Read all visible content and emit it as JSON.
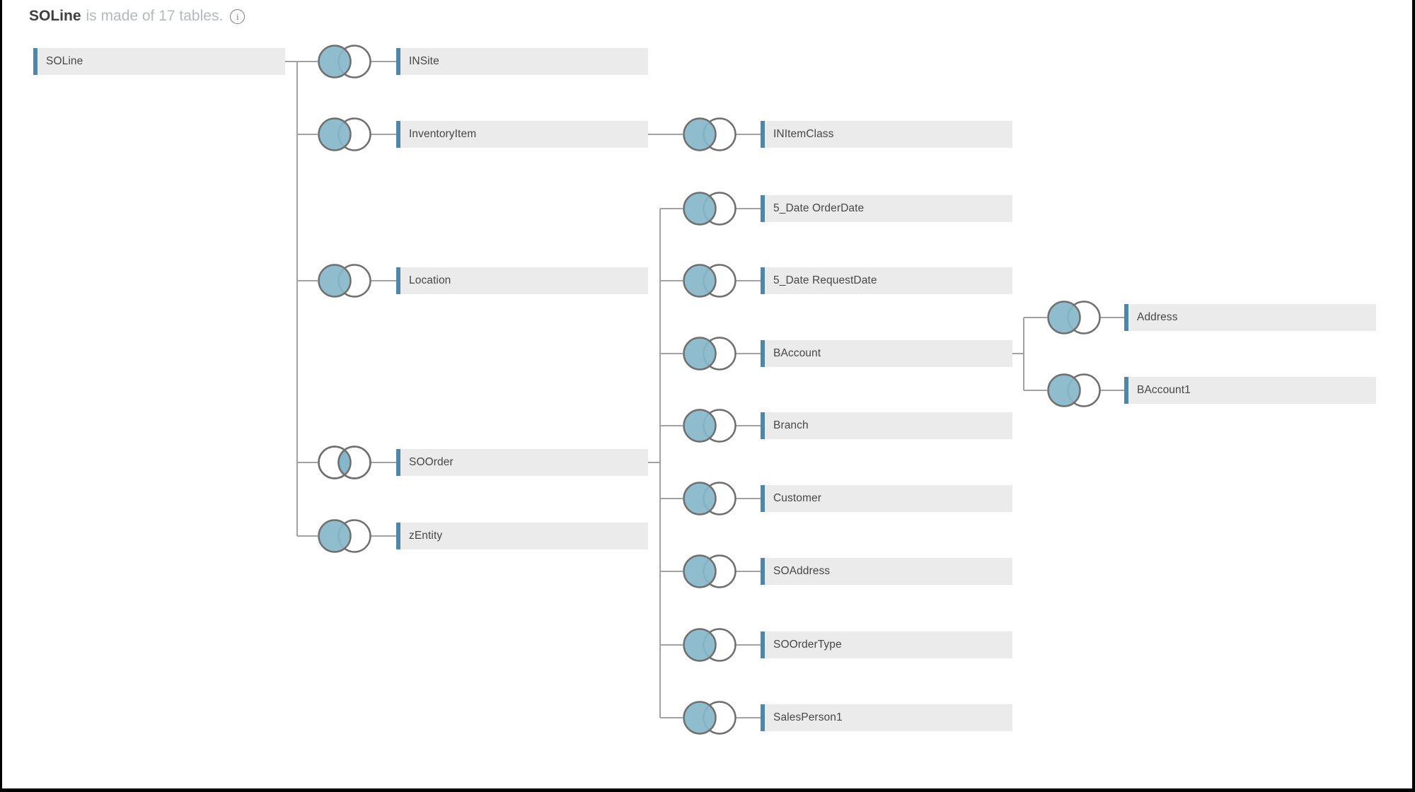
{
  "header": {
    "title": "SOLine",
    "subtitle": "is made of 17 tables.",
    "info_icon": "info-icon"
  },
  "colors": {
    "accent_bar": "#4e87a8",
    "venn_fill": "#85b7ca",
    "node_bg": "#ebebeb",
    "connector": "#a2a2a2",
    "circle_stroke": "#6f6f6f",
    "title_color": "#3f3f3f",
    "subtitle_color": "#b3b9bd",
    "label_color": "#474747"
  },
  "diagram": {
    "root": {
      "id": "SOLine",
      "label": "SOLine"
    },
    "tables": [
      {
        "id": "INSite",
        "label": "INSite",
        "join": "left",
        "parent": "SOLine"
      },
      {
        "id": "InventoryItem",
        "label": "InventoryItem",
        "join": "left",
        "parent": "SOLine"
      },
      {
        "id": "Location",
        "label": "Location",
        "join": "left",
        "parent": "SOLine"
      },
      {
        "id": "SOOrder",
        "label": "SOOrder",
        "join": "inner",
        "parent": "SOLine"
      },
      {
        "id": "zEntity",
        "label": "zEntity",
        "join": "left",
        "parent": "SOLine"
      },
      {
        "id": "INItemClass",
        "label": "INItemClass",
        "join": "left",
        "parent": "InventoryItem"
      },
      {
        "id": "5_Date OrderDate",
        "label": "5_Date OrderDate",
        "join": "left",
        "parent": "SOOrder"
      },
      {
        "id": "5_Date RequestDate",
        "label": "5_Date RequestDate",
        "join": "left",
        "parent": "SOOrder"
      },
      {
        "id": "BAccount",
        "label": "BAccount",
        "join": "left",
        "parent": "SOOrder"
      },
      {
        "id": "Branch",
        "label": "Branch",
        "join": "left",
        "parent": "SOOrder"
      },
      {
        "id": "Customer",
        "label": "Customer",
        "join": "left",
        "parent": "SOOrder"
      },
      {
        "id": "SOAddress",
        "label": "SOAddress",
        "join": "left",
        "parent": "SOOrder"
      },
      {
        "id": "SOOrderType",
        "label": "SOOrderType",
        "join": "left",
        "parent": "SOOrder"
      },
      {
        "id": "SalesPerson1",
        "label": "SalesPerson1",
        "join": "left",
        "parent": "SOOrder"
      },
      {
        "id": "Address",
        "label": "Address",
        "join": "left",
        "parent": "BAccount"
      },
      {
        "id": "BAccount1",
        "label": "BAccount1",
        "join": "left",
        "parent": "BAccount"
      }
    ]
  }
}
